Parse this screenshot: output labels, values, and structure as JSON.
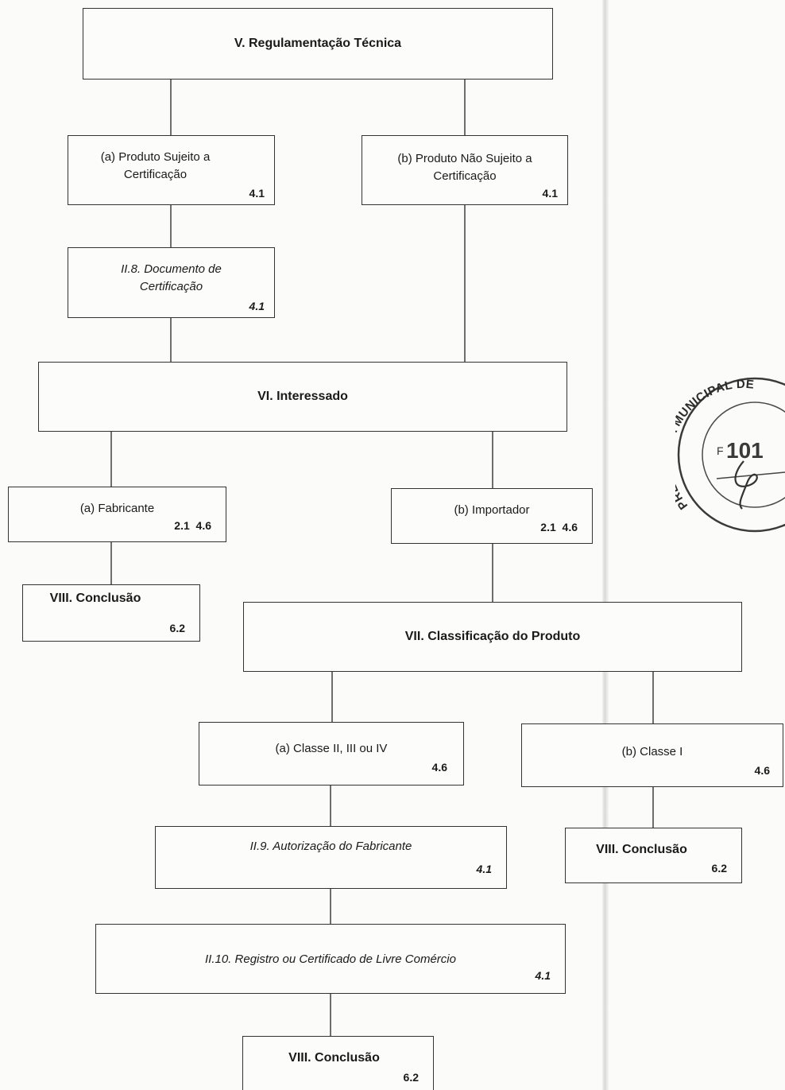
{
  "diagram": {
    "box_v": {
      "label": "V. Regulamentação Técnica"
    },
    "box_va": {
      "label": "(a) Produto Sujeito a Certificação",
      "ref": "4.1"
    },
    "box_vb": {
      "label": "(b) Produto Não Sujeito a Certificação",
      "ref": "4.1"
    },
    "box_ii8": {
      "label": "II.8. Documento de Certificação",
      "ref": "4.1"
    },
    "box_vi": {
      "label": "VI. Interessado"
    },
    "box_via": {
      "label": "(a) Fabricante",
      "ref": "2.1  4.6"
    },
    "box_vib": {
      "label": "(b) Importador",
      "ref": "2.1  4.6"
    },
    "box_conc1": {
      "label": "VIII. Conclusão",
      "ref": "6.2"
    },
    "box_vii": {
      "label": "VII. Classificação do Produto"
    },
    "box_viia": {
      "label": "(a) Classe II, III ou IV",
      "ref": "4.6"
    },
    "box_viib": {
      "label": "(b) Classe I",
      "ref": "4.6"
    },
    "box_ii9": {
      "label": "II.9. Autorização do Fabricante",
      "ref": "4.1"
    },
    "box_conc2": {
      "label": "VIII. Conclusão",
      "ref": "6.2"
    },
    "box_ii10": {
      "label": "II.10. Registro ou Certificado de Livre Comércio",
      "ref": "4.1"
    },
    "box_conc3": {
      "label": "VIII. Conclusão",
      "ref": "6.2"
    }
  },
  "stamp": {
    "ring_text": "PREFEITURA MUNICIPAL DE",
    "number": "101",
    "prefix": "F"
  }
}
